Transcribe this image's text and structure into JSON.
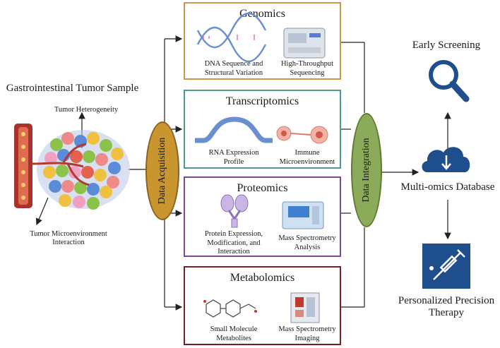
{
  "sample": {
    "title": "Gastrointestinal Tumor Sample",
    "heterogeneity": "Tumor Heterogeneity",
    "microenvironment_line1": "Tumor Microenvironment",
    "microenvironment_line2": "Interaction"
  },
  "acquisition": {
    "label": "Data Acquisition",
    "color": "#c9952f"
  },
  "integration": {
    "label": "Data Integration",
    "color": "#8cab5a"
  },
  "panels": {
    "genomics": {
      "title": "Genomics",
      "color": "#c99a4a",
      "cap1_l1": "DNA Sequence and",
      "cap1_l2": "Structural Variation",
      "cap2_l1": "High-Throughput",
      "cap2_l2": "Sequencing"
    },
    "transcriptomics": {
      "title": "Transcriptomics",
      "color": "#4e9a8e",
      "cap1_l1": "RNA Expression",
      "cap1_l2": "Profile",
      "cap2_l1": "Immune",
      "cap2_l2": "Microenvironment"
    },
    "proteomics": {
      "title": "Proteomics",
      "color": "#7a4b8e",
      "cap1_l1": "Protein Expression,",
      "cap1_l2": "Modification, and",
      "cap1_l3": "Interaction",
      "cap2_l1": "Mass Spectrometry",
      "cap2_l2": "Analysis"
    },
    "metabolomics": {
      "title": "Metabolomics",
      "color": "#7a1f28",
      "cap1_l1": "Small Molecule",
      "cap1_l2": "Metabolites",
      "cap2_l1": "Mass Spectrometry",
      "cap2_l2": "Imaging"
    }
  },
  "outputs": {
    "early_screening": "Early Screening",
    "database": "Multi-omics Database",
    "therapy_l1": "Personalized Precision",
    "therapy_l2": "Therapy",
    "icon_color": "#1f4e8c"
  }
}
